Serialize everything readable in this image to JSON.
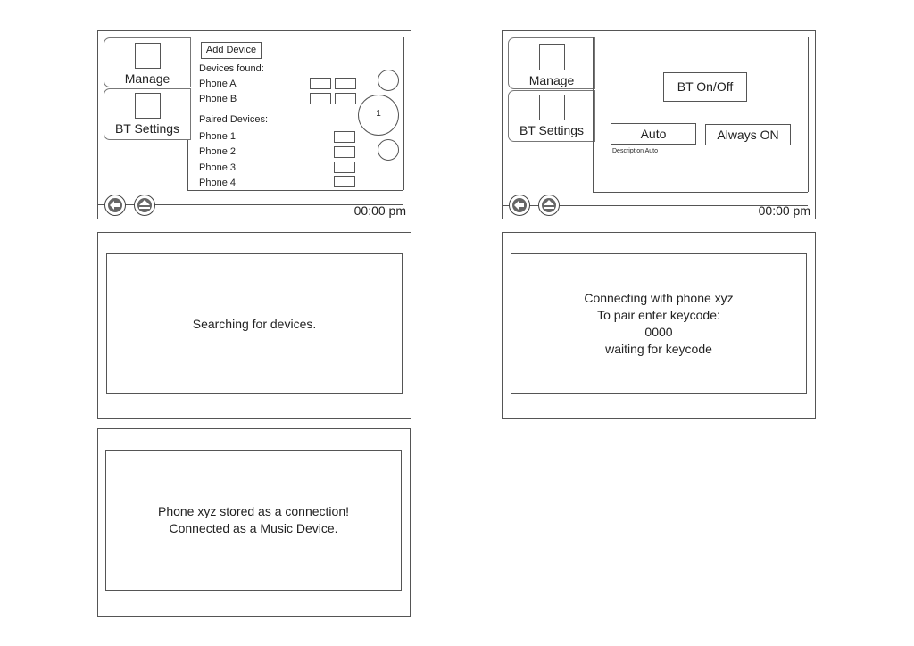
{
  "screen1": {
    "tabs": {
      "manage": "Manage",
      "bt_settings": "BT Settings"
    },
    "add_device": "Add Device",
    "devices_found_label": "Devices found:",
    "found_devices": [
      "Phone A",
      "Phone B"
    ],
    "paired_label": "Paired Devices:",
    "paired_devices": [
      "Phone 1",
      "Phone 2",
      "Phone 3",
      "Phone 4"
    ],
    "scroll_indicator": "1",
    "time": "00:00 pm"
  },
  "screen2": {
    "tabs": {
      "manage": "Manage",
      "bt_settings": "BT Settings"
    },
    "bt_toggle": "BT On/Off",
    "auto": "Auto",
    "always_on": "Always ON",
    "description": "Description Auto",
    "time": "00:00 pm"
  },
  "screen3": {
    "message": "Searching for devices."
  },
  "screen4": {
    "lines": [
      "Connecting with phone xyz",
      "To pair enter keycode:",
      "0000",
      "waiting for keycode"
    ]
  },
  "screen5": {
    "lines": [
      "Phone xyz stored as a connection!",
      "Connected as a Music Device."
    ]
  },
  "icons": [
    "back-arrow-icon",
    "eject-icon"
  ]
}
